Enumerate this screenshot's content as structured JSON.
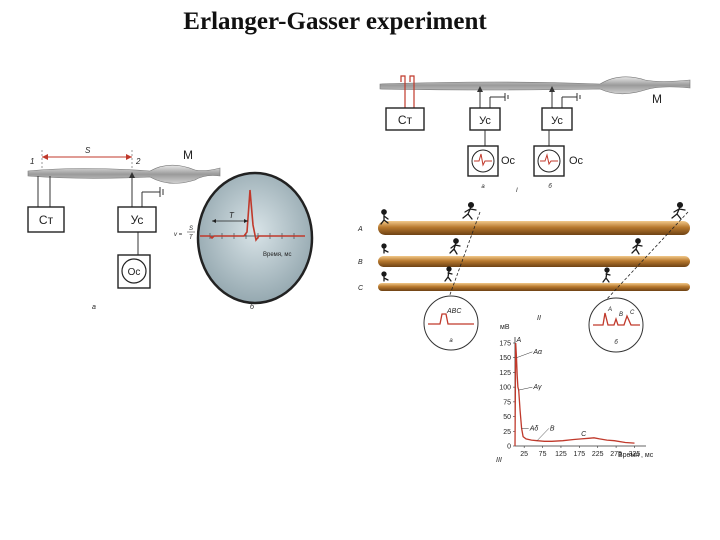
{
  "title": "Erlanger-Gasser experiment",
  "left_panel": {
    "label_1": "1",
    "label_s": "S",
    "label_2": "2",
    "label_m": "M",
    "box_stimulator": "Ст",
    "box_amplifier": "Ус",
    "box_oscilloscope": "Ос",
    "label_t": "T",
    "formula_v": "v =",
    "formula_num": "S",
    "formula_den": "T",
    "axis_time": "Время, мс",
    "caption_a": "а",
    "caption_b": "б"
  },
  "top_right": {
    "label_m": "M",
    "box_stimulator": "Ст",
    "box_amplifier_1": "Ус",
    "box_amplifier_2": "Ус",
    "box_oscilloscope_1": "Ос",
    "box_oscilloscope_2": "Ос",
    "caption_a": "а",
    "caption_b": "б",
    "caption_roman": "I"
  },
  "fibers": {
    "labels": [
      "A",
      "B",
      "C"
    ]
  },
  "scope_a": {
    "label": "ABC",
    "caption": "а"
  },
  "scope_b": {
    "label_a": "A",
    "label_b": "B",
    "label_c": "C",
    "caption": "б"
  },
  "roman_ii": "II",
  "roman_iii": "III",
  "chart_data": {
    "type": "line",
    "ylabel": "мВ",
    "xlabel": "Время , мс",
    "x_ticks": [
      "25",
      "75",
      "125",
      "175",
      "225",
      "275",
      "325"
    ],
    "y_ticks": [
      "0",
      "25",
      "50",
      "75",
      "100",
      "125",
      "150",
      "175"
    ],
    "ylim": [
      0,
      175
    ],
    "xlim": [
      0,
      340
    ],
    "annotations": [
      "A",
      "Aα",
      "Aγ",
      "Aδ",
      "B",
      "C"
    ],
    "series": [
      {
        "x": [
          0,
          2,
          4,
          6,
          8,
          10,
          14,
          18,
          22,
          30,
          45,
          60,
          80,
          100,
          130,
          160,
          180,
          200,
          215,
          230,
          250,
          270,
          300,
          325
        ],
        "y": [
          0,
          175,
          150,
          120,
          100,
          95,
          60,
          30,
          16,
          12,
          10,
          9,
          8,
          8,
          9,
          11,
          12,
          13,
          14,
          12,
          10,
          9,
          6,
          5
        ]
      }
    ],
    "color": "#c0392b"
  }
}
